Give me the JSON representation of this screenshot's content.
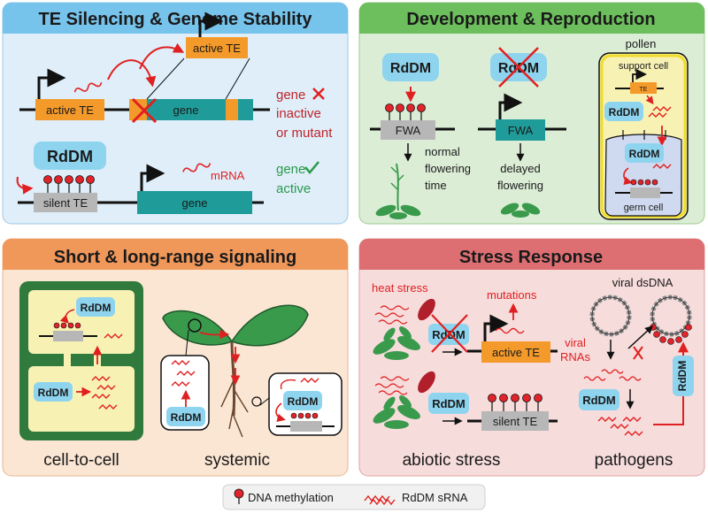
{
  "panels": {
    "te": {
      "title": "TE Silencing & Genome Stability",
      "active_te": "active TE",
      "active_te_insert": "active TE",
      "gene": "gene",
      "gene_inactive_1": "gene",
      "gene_inactive_2": "inactive",
      "gene_inactive_3": "or mutant",
      "rddm": "RdDM",
      "silent_te": "silent TE",
      "gene2": "gene",
      "mrna": "mRNA",
      "gene_active_1": "gene",
      "gene_active_2": "active"
    },
    "dev": {
      "title": "Development & Reproduction",
      "rddm1": "RdDM",
      "rddm2": "RdDM",
      "fwa1": "FWA",
      "fwa2": "FWA",
      "normal_1": "normal",
      "normal_2": "flowering",
      "normal_3": "time",
      "delayed_1": "delayed",
      "delayed_2": "flowering",
      "pollen": "pollen",
      "support_cell": "support cell",
      "te": "TE",
      "rddm_pollen1": "RdDM",
      "rddm_pollen2": "RdDM",
      "germ_cell": "germ cell"
    },
    "signal": {
      "title": "Short & long-range signaling",
      "rddm_top": "RdDM",
      "rddm_bottom": "RdDM",
      "rddm_root": "RdDM",
      "rddm_zoom": "RdDM",
      "cell_to_cell": "cell-to-cell",
      "systemic": "systemic"
    },
    "stress": {
      "title": "Stress Response",
      "heat_stress": "heat stress",
      "mutations": "mutations",
      "rddm1": "RdDM",
      "active_te": "active TE",
      "rddm2": "RdDM",
      "silent_te": "silent TE",
      "viral_dsdna": "viral dsDNA",
      "viral_1": "viral",
      "viral_2": "RNAs",
      "rddm3": "RdDM",
      "rddm_vertical": "RdDM",
      "abiotic": "abiotic stress",
      "pathogens": "pathogens"
    }
  },
  "legend": {
    "methylation": "DNA methylation",
    "srna": "RdDM sRNA"
  },
  "colors": {
    "panel1_bg": "#dfeef9",
    "panel1_header": "#76c3ec",
    "panel2_bg": "#dcedd6",
    "panel2_header": "#6cbf5c",
    "panel3_bg": "#fbe6d4",
    "panel3_header": "#f0975a",
    "panel4_bg": "#f7dcdc",
    "panel4_header": "#dd6f72",
    "rddm_box": "#8fd4ef",
    "te_orange": "#f49a2a",
    "gene_teal": "#1f9c9a",
    "methyl_red": "#e0242a",
    "cell_green": "#2f7a3c",
    "cell_yellow": "#f7f2b4",
    "plant_green": "#3a9a4c"
  }
}
